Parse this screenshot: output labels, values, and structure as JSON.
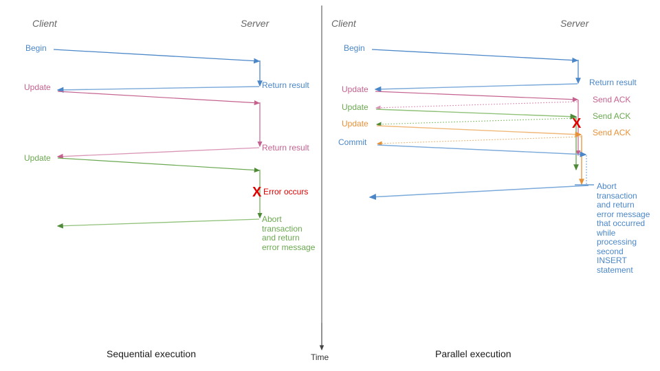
{
  "diagram": {
    "title_left": "Sequential execution",
    "title_right": "Parallel execution",
    "time_axis_label": "Time",
    "colors": {
      "blue": "#4a86c8",
      "pink": "#c4618f",
      "green": "#6aa84f",
      "orange": "#e69138",
      "red": "#e00000",
      "actor": "#666666",
      "axis": "#444444",
      "caption": "#1a1a1a"
    }
  },
  "left_panel": {
    "actors": {
      "client": "Client",
      "server": "Server"
    },
    "messages": [
      {
        "label": "Begin",
        "color_key": "blue",
        "side": "client"
      },
      {
        "label": "Return result",
        "color_key": "blue",
        "side": "server"
      },
      {
        "label": "Update",
        "color_key": "pink",
        "side": "client"
      },
      {
        "label": "Return result",
        "color_key": "pink",
        "side": "server"
      },
      {
        "label": "Update",
        "color_key": "green",
        "side": "client"
      },
      {
        "label": "Error occurs",
        "color_key": "red",
        "side": "server"
      },
      {
        "label": "Abort\ntransaction\nand return\nerror message",
        "color_key": "green",
        "side": "server"
      }
    ],
    "error_marker": "X"
  },
  "right_panel": {
    "actors": {
      "client": "Client",
      "server": "Server"
    },
    "messages": [
      {
        "label": "Begin",
        "color_key": "blue",
        "side": "client"
      },
      {
        "label": "Return result",
        "color_key": "blue",
        "side": "server"
      },
      {
        "label": "Update",
        "color_key": "pink",
        "side": "client"
      },
      {
        "label": "Send ACK",
        "color_key": "pink",
        "side": "server"
      },
      {
        "label": "Update",
        "color_key": "green",
        "side": "client"
      },
      {
        "label": "Send ACK",
        "color_key": "green",
        "side": "server"
      },
      {
        "label": "Update",
        "color_key": "orange",
        "side": "client"
      },
      {
        "label": "Send ACK",
        "color_key": "orange",
        "side": "server"
      },
      {
        "label": "Commit",
        "color_key": "blue",
        "side": "client"
      },
      {
        "label": "Abort\ntransaction\nand return\nerror message\nthat occurred\nwhile\nprocessing\nsecond\nINSERT\nstatement",
        "color_key": "blue",
        "side": "server"
      }
    ],
    "error_marker": "X"
  }
}
